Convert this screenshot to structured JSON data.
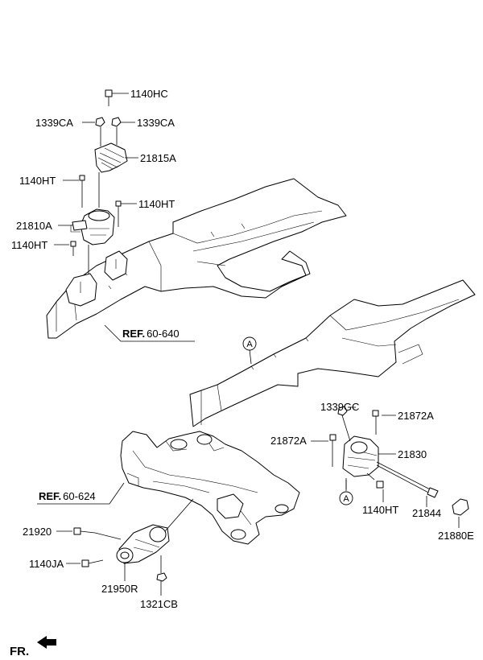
{
  "labels": {
    "l_1140HC": "1140HC",
    "l_1339CA_left": "1339CA",
    "l_1339CA_right": "1339CA",
    "l_21815A": "21815A",
    "l_1140HT_top": "1140HT",
    "l_1140HT_right": "1140HT",
    "l_21810A": "21810A",
    "l_1140HT_low": "1140HT",
    "l_1339GC": "1339GC",
    "l_21872A_right": "21872A",
    "l_21872A_left": "21872A",
    "l_21830": "21830",
    "l_1140HT_rear": "1140HT",
    "l_21844": "21844",
    "l_21880E": "21880E",
    "l_21920": "21920",
    "l_1140JA": "1140JA",
    "l_21950R": "21950R",
    "l_1321CB": "1321CB"
  },
  "refs": {
    "ref1_prefix": "REF.",
    "ref1_number": "60-640",
    "ref2_prefix": "REF.",
    "ref2_number": "60-624"
  },
  "markers": {
    "a_upper": "A",
    "a_lower": "A"
  },
  "orientation": {
    "fr_label": "FR."
  }
}
